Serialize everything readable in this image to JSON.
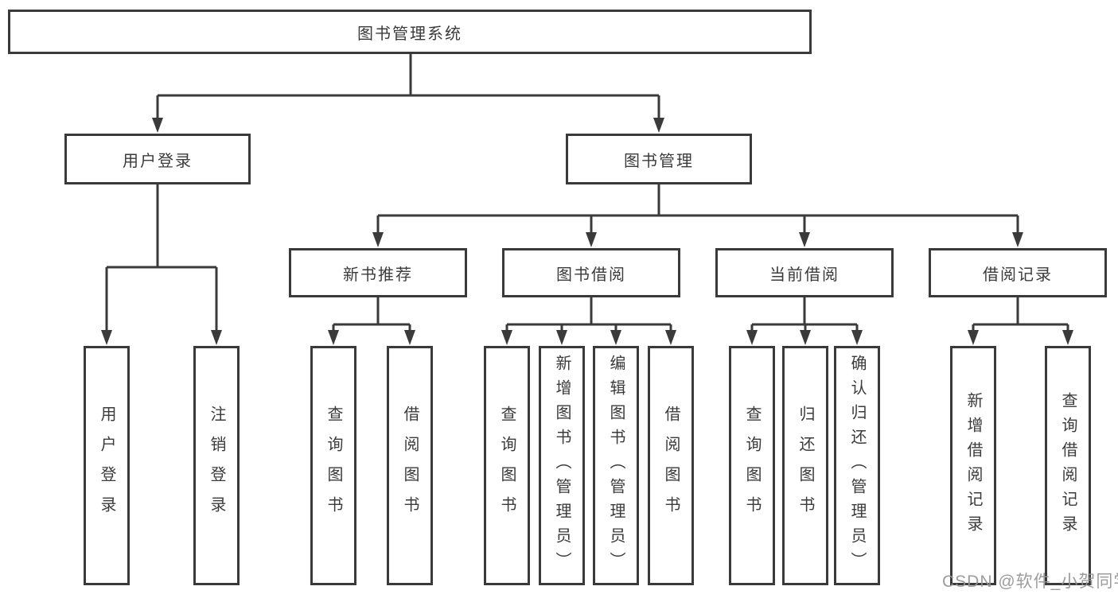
{
  "tree": {
    "root": "图书管理系统",
    "branches": [
      {
        "label": "用户登录",
        "children": [
          "用户登录",
          "注销登录"
        ]
      },
      {
        "label": "图书管理",
        "children": [
          {
            "label": "新书推荐",
            "children": [
              "查询图书",
              "借阅图书"
            ]
          },
          {
            "label": "图书借阅",
            "children": [
              "查询图书",
              "新增图书（管理员）",
              "编辑图书（管理员）",
              "借阅图书"
            ]
          },
          {
            "label": "当前借阅",
            "children": [
              "查询图书",
              "归还图书",
              "确认归还（管理员）"
            ]
          },
          {
            "label": "借阅记录",
            "children": [
              "新增借阅记录",
              "查询借阅记录"
            ]
          }
        ]
      }
    ]
  },
  "watermark": {
    "text": "CSDN @软件_小贺同学"
  },
  "colors": {
    "line": "#3a3a3a",
    "text": "#3b3b3b",
    "watermark": "#949494",
    "background": "#ffffff"
  }
}
